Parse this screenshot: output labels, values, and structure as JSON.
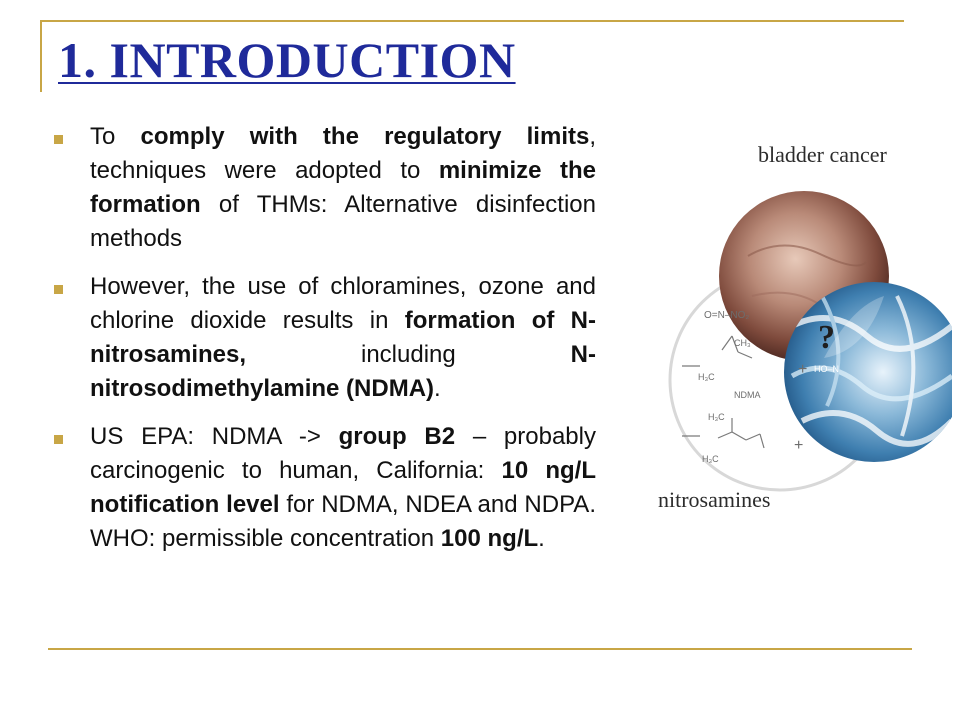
{
  "slide": {
    "title": "1. INTRODUCTION",
    "bullets": [
      {
        "segments": [
          {
            "text": "To ",
            "bold": false
          },
          {
            "text": "comply with the regulatory limits",
            "bold": true
          },
          {
            "text": ", techniques were adopted to ",
            "bold": false
          },
          {
            "text": "minimize the formation",
            "bold": true
          },
          {
            "text": " of THMs: Alternative disinfection methods",
            "bold": false
          }
        ]
      },
      {
        "segments": [
          {
            "text": "However, the use of chloramines, ozone and chlorine dioxide results in ",
            "bold": false
          },
          {
            "text": "formation of N-nitrosamines,",
            "bold": true
          },
          {
            "text": " including ",
            "bold": false
          },
          {
            "text": "N-nitrosodimethylamine (NDMA)",
            "bold": true
          },
          {
            "text": ".",
            "bold": false
          }
        ]
      },
      {
        "segments": [
          {
            "text": "US EPA: NDMA -> ",
            "bold": false
          },
          {
            "text": "group B2",
            "bold": true
          },
          {
            "text": " – probably carcinogenic to human, California: ",
            "bold": false
          },
          {
            "text": "10 ng/L notification level",
            "bold": true
          },
          {
            "text": " for NDMA, NDEA and NDPA. WHO: permissible concentration ",
            "bold": false
          },
          {
            "text": "100 ng/L",
            "bold": true
          },
          {
            "text": ".",
            "bold": false
          }
        ]
      }
    ]
  },
  "figure": {
    "label_top": "bladder cancer",
    "label_bottom": "nitrosamines",
    "question_mark": "?",
    "chem_labels": {
      "nitroso": "O=N–NO₂",
      "ch3_a": "CH₃",
      "h3c_a": "H₃C",
      "ndma": "NDMA",
      "h3c_b": "H₃C",
      "h3c_c": "H₃C",
      "plus_a": "+",
      "plus_b": "+",
      "hono": "HO–N"
    }
  },
  "colors": {
    "title": "#1f2a9a",
    "accent_gold": "#c8a646",
    "text": "#111111"
  }
}
